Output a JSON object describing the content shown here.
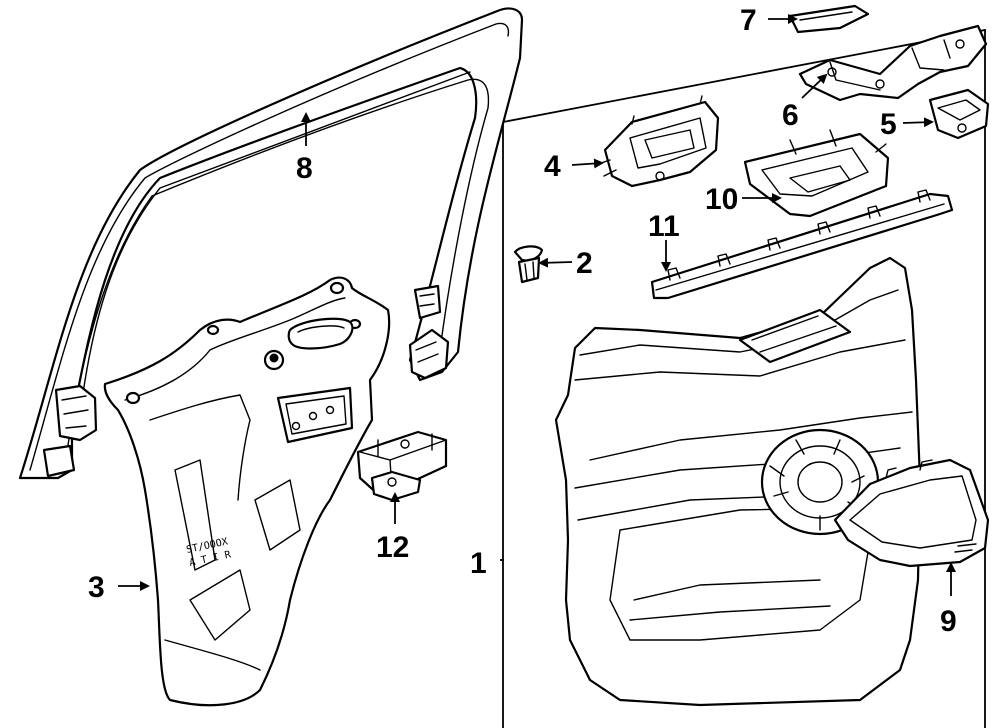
{
  "diagram": {
    "callouts": {
      "c1": "1",
      "c2": "2",
      "c3": "3",
      "c4": "4",
      "c5": "5",
      "c6": "6",
      "c7": "7",
      "c8": "8",
      "c9": "9",
      "c10": "10",
      "c11": "11",
      "c12": "12"
    },
    "panel_stamp": {
      "line1": "ST/OOOX",
      "line2": "A T I R"
    },
    "colors": {
      "line": "#000000",
      "background": "#ffffff"
    }
  }
}
